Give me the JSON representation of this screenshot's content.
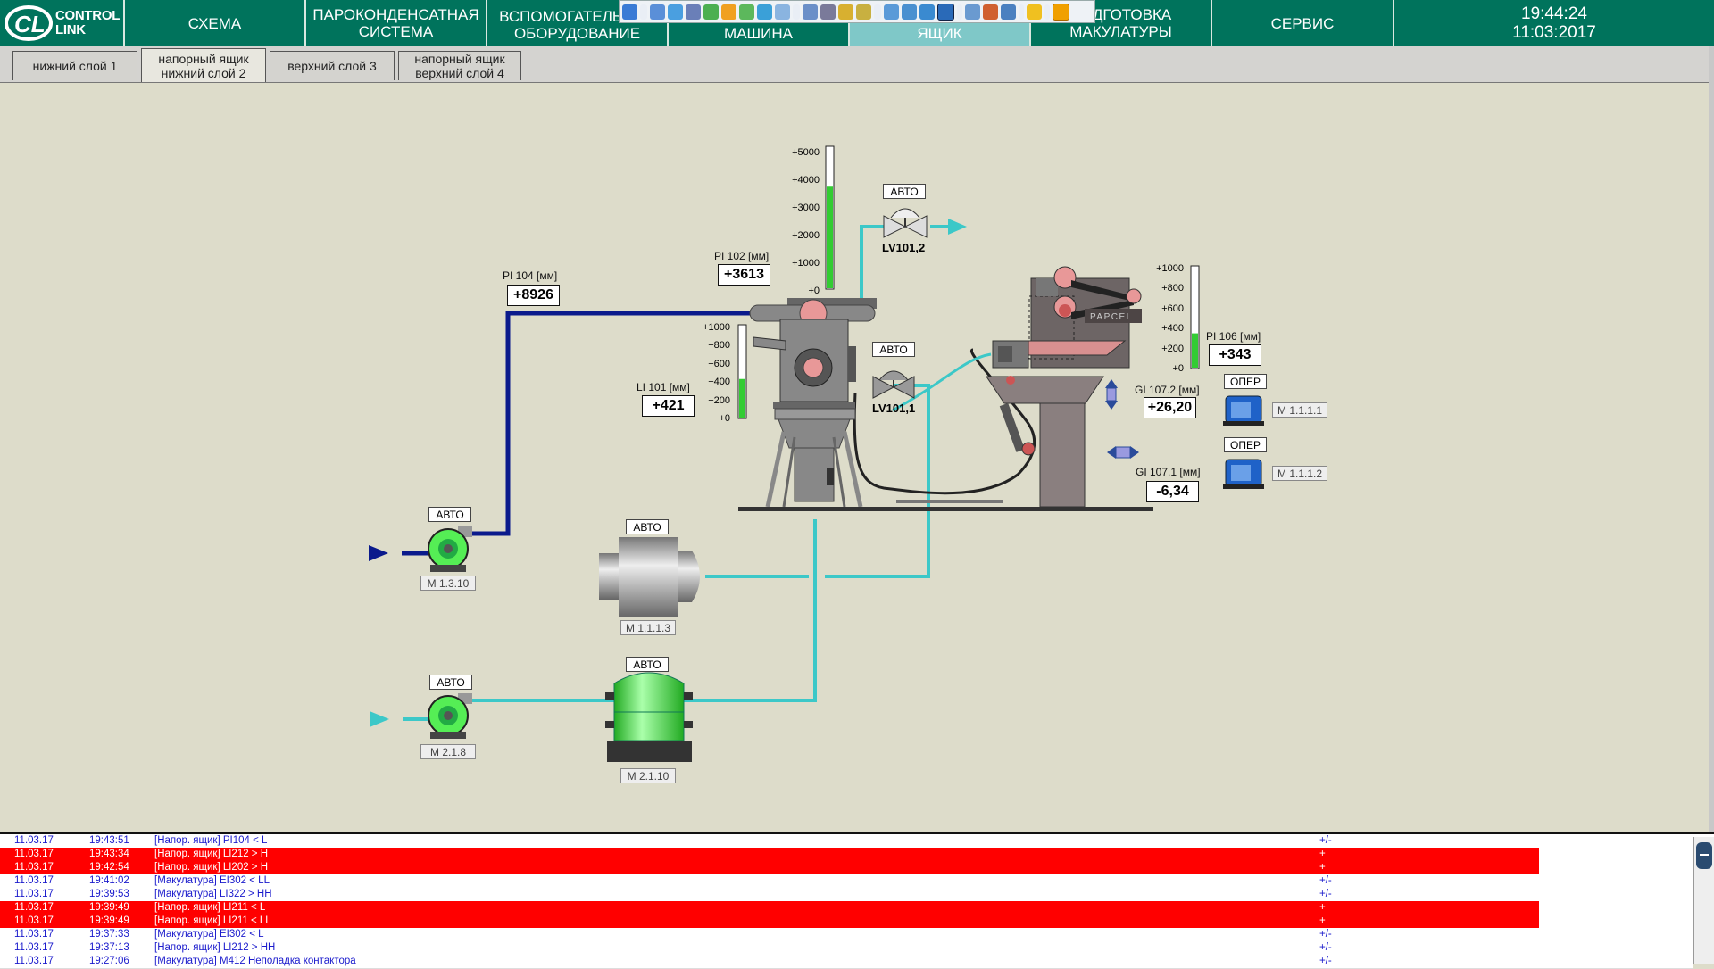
{
  "nav": {
    "logo_line1": "CONTROL",
    "logo_line2": "LINK",
    "items": [
      {
        "label": "СХЕМА"
      },
      {
        "label": "ПАРОКОНДЕНСАТНАЯ\nСИСТЕМА"
      },
      {
        "label": "ВСПОМОГАТЕЛЬНОЕ\nОБОРУДОВАНИЕ"
      },
      {
        "label": "МАШИНА"
      },
      {
        "label": "ЯЩИК"
      },
      {
        "label": "ПОДГОТОВКА\nМАКУЛАТУРЫ"
      },
      {
        "label": "СЕРВИС"
      }
    ],
    "time": "19:44:24",
    "date": "11:03:2017"
  },
  "subtabs": [
    {
      "label": "нижний слой 1"
    },
    {
      "label": "напорный ящик\nнижний слой 2"
    },
    {
      "label": "верхний слой 3"
    },
    {
      "label": "напорный ящик\nверхний слой 4"
    }
  ],
  "process": {
    "pi104": {
      "label": "PI 104 [мм]",
      "value": "+8926"
    },
    "pi102": {
      "label": "PI 102 [мм]",
      "value": "+3613",
      "scale": [
        "+5000",
        "+4000",
        "+3000",
        "+2000",
        "+1000",
        "+0"
      ],
      "level": 0.72
    },
    "li101": {
      "label": "LI 101 [мм]",
      "value": "+421",
      "scale": [
        "+1000",
        "+800",
        "+600",
        "+400",
        "+200",
        "+0"
      ],
      "level": 0.42
    },
    "pi106": {
      "label": "PI 106 [мм]",
      "value": "+343",
      "scale": [
        "+1000",
        "+800",
        "+600",
        "+400",
        "+200",
        "+0"
      ],
      "level": 0.34
    },
    "gi1072": {
      "label": "GI 107.2 [мм]",
      "value": "+26,20"
    },
    "gi1071": {
      "label": "GI 107.1 [мм]",
      "value": "-6,34"
    },
    "valve_lv1012": {
      "mode": "АВТО",
      "name": "LV101,2"
    },
    "valve_lv1011": {
      "mode": "АВТО",
      "name": "LV101,1"
    },
    "pump_m1310": {
      "mode": "АВТО",
      "name": "M 1.3.10"
    },
    "pump_m218": {
      "mode": "АВТО",
      "name": "M 2.1.8"
    },
    "motor_m1113": {
      "mode": "АВТО",
      "name": "M 1.1.1.3"
    },
    "tank_m2110": {
      "mode": "АВТО",
      "name": "M 2.1.10"
    },
    "motor_m1111": {
      "mode": "ОПЕР",
      "name": "M 1.1.1.1"
    },
    "motor_m1112": {
      "mode": "ОПЕР",
      "name": "M 1.1.1.2"
    },
    "brand": "PAPCEL"
  },
  "colors": {
    "nav_bg": "#00735c",
    "active_tab": "#7fc8c8",
    "pipe_blue": "#0a1a8c",
    "pipe_cyan": "#3cc8c8",
    "green": "#33cc33",
    "alarm_red": "#ff0000"
  },
  "alarms": [
    {
      "date": "11.03.17",
      "time": "19:43:51",
      "msg": "[Напор. ящик] PI104 < L",
      "ack": "+/-",
      "state": "white"
    },
    {
      "date": "11.03.17",
      "time": "19:43:34",
      "msg": "[Напор. ящик] LI212 > H",
      "ack": "+",
      "state": "red"
    },
    {
      "date": "11.03.17",
      "time": "19:42:54",
      "msg": "[Напор. ящик] LI202 > H",
      "ack": "+",
      "state": "red"
    },
    {
      "date": "11.03.17",
      "time": "19:41:02",
      "msg": "[Макулатура] EI302 < LL",
      "ack": "+/-",
      "state": "white"
    },
    {
      "date": "11.03.17",
      "time": "19:39:53",
      "msg": "[Макулатура] LI322 > HH",
      "ack": "+/-",
      "state": "white"
    },
    {
      "date": "11.03.17",
      "time": "19:39:49",
      "msg": "[Напор. ящик] LI211 < L",
      "ack": "+",
      "state": "red"
    },
    {
      "date": "11.03.17",
      "time": "19:39:49",
      "msg": "[Напор. ящик] LI211 < LL",
      "ack": "+",
      "state": "red"
    },
    {
      "date": "11.03.17",
      "time": "19:37:33",
      "msg": "[Макулатура] EI302 < L",
      "ack": "+/-",
      "state": "white"
    },
    {
      "date": "11.03.17",
      "time": "19:37:13",
      "msg": "[Напор. ящик] LI212 > HH",
      "ack": "+/-",
      "state": "white"
    },
    {
      "date": "11.03.17",
      "time": "19:27:06",
      "msg": "[Макулатура] M412 Неполадка контактора",
      "ack": "+/-",
      "state": "white"
    }
  ]
}
